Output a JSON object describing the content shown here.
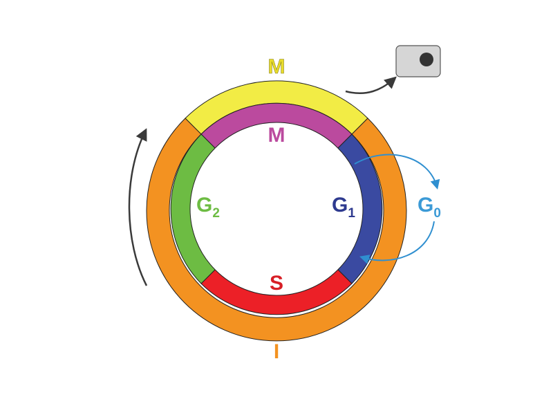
{
  "labels": {
    "outer_top": "M",
    "outer_bottom": "I",
    "inner_top": "M",
    "inner_left_main": "G",
    "inner_left_sub": "2",
    "inner_right_main": "G",
    "inner_right_sub": "1",
    "inner_bottom": "S",
    "side_main": "G",
    "side_sub": "0"
  },
  "colors": {
    "outer_mitosis": "#f2ec45",
    "outer_interphase": "#f39221",
    "inner_mitosis": "#bb4a9e",
    "inner_g2": "#6dbc43",
    "inner_g1": "#3a4aa1",
    "inner_s": "#ec2027",
    "label_outer_top": "#e8dc2a",
    "label_outer_bottom": "#f39221",
    "label_inner_top": "#bb4a9e",
    "label_g2": "#6dbc43",
    "label_g1": "#2e3a8f",
    "label_s": "#d71e25",
    "label_g0": "#3b9ad6",
    "g0_arrow": "#2f8fd0",
    "cycle_arrow": "#3a3a3a",
    "cell_box_fill": "#d6d6d6",
    "cell_nucleus": "#333333"
  },
  "icons": {
    "cell": "cell-icon"
  }
}
